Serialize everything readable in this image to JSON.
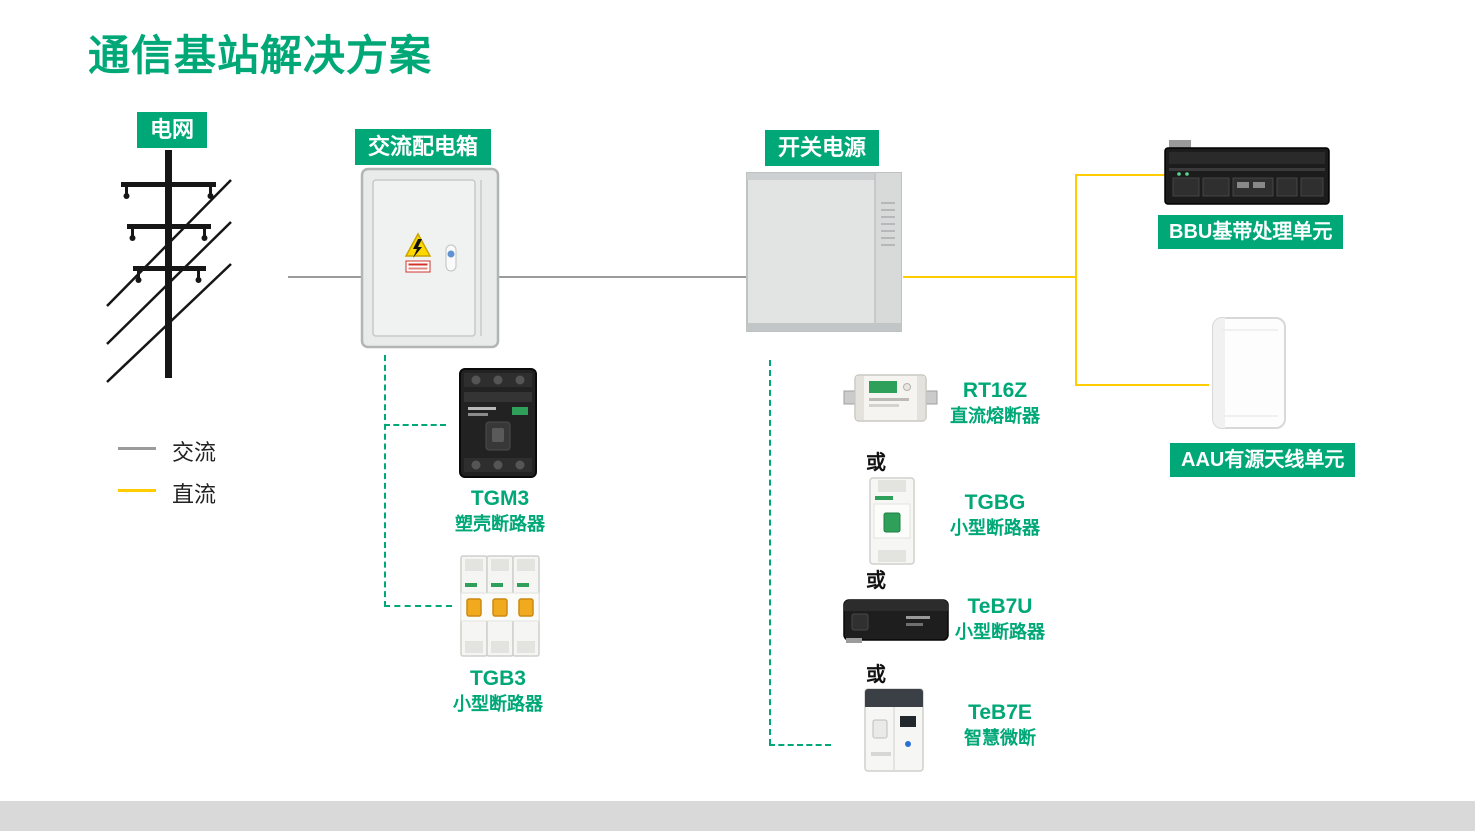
{
  "title": "通信基站解决方案",
  "colors": {
    "accent_green": "#00A878",
    "dc_line_yellow": "#FFCC00",
    "ac_line_gray": "#9B9B9B"
  },
  "badges": {
    "grid": "电网",
    "ac_box": "交流配电箱",
    "power": "开关电源",
    "bbu": "BBU基带处理单元",
    "aau": "AAU有源天线单元"
  },
  "legend": {
    "ac": "交流",
    "dc": "直流"
  },
  "or_label": "或",
  "ac_products": [
    {
      "name": "TGM3",
      "desc": "塑壳断路器"
    },
    {
      "name": "TGB3",
      "desc": "小型断路器"
    }
  ],
  "dc_products": [
    {
      "name": "RT16Z",
      "desc": "直流熔断器"
    },
    {
      "name": "TGBG",
      "desc": "小型断路器"
    },
    {
      "name": "TeB7U",
      "desc": "小型断路器"
    },
    {
      "name": "TeB7E",
      "desc": "智慧微断"
    }
  ]
}
